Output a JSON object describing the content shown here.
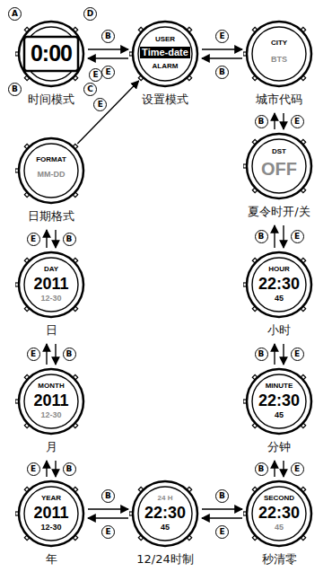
{
  "diagram": {
    "nodes": [
      {
        "text": [
          "0:00",
          "时间模式"
        ]
      },
      {
        "text": [
          "USER",
          "Time-date",
          "ALARM",
          "设置模式"
        ]
      },
      {
        "text": [
          "CITY",
          "BTS",
          "城市代码"
        ]
      },
      {
        "text": [
          "DST",
          "OFF",
          "夏令时开/关"
        ]
      },
      {
        "text": [
          "HOUR",
          "22:30",
          "45",
          "小时"
        ]
      },
      {
        "text": [
          "MINUTE",
          "22:30",
          "45",
          "分钟"
        ]
      },
      {
        "text": [
          "SECOND",
          "22:30",
          "45",
          "秒清零"
        ]
      },
      {
        "text": [
          "24 H",
          "22:30",
          "45",
          "12/24时制"
        ]
      },
      {
        "text": [
          "YEAR",
          "2011",
          "12-30",
          "年"
        ]
      },
      {
        "text": [
          "MONTH",
          "2011",
          "12-30",
          "月"
        ]
      },
      {
        "text": [
          "DAY",
          "2011",
          "12-30",
          "日"
        ]
      },
      {
        "text": [
          "FORMAT",
          "MM-DD",
          "日期格式"
        ]
      }
    ],
    "edges": [
      {
        "from": 0,
        "to": 1,
        "arrow": "to",
        "label": "B"
      },
      {
        "from": 1,
        "to": 0,
        "arrow": "to",
        "label": "E"
      },
      {
        "from": 1,
        "to": 2,
        "arrow": "to",
        "label": "E"
      },
      {
        "from": 2,
        "to": 1,
        "arrow": "to",
        "label": "B"
      },
      {
        "from": 2,
        "to": 3,
        "arrow": "to",
        "label": "E"
      },
      {
        "from": 3,
        "to": 2,
        "arrow": "to",
        "label": "B"
      },
      {
        "from": 3,
        "to": 4,
        "arrow": "to",
        "label": "E"
      },
      {
        "from": 4,
        "to": 3,
        "arrow": "to",
        "label": "B"
      },
      {
        "from": 4,
        "to": 5,
        "arrow": "to",
        "label": "E"
      },
      {
        "from": 5,
        "to": 4,
        "arrow": "to",
        "label": "B"
      },
      {
        "from": 5,
        "to": 6,
        "arrow": "to",
        "label": "E"
      },
      {
        "from": 6,
        "to": 5,
        "arrow": "to",
        "label": "B"
      },
      {
        "from": 6,
        "to": 7,
        "arrow": "to",
        "label": "E"
      },
      {
        "from": 7,
        "to": 6,
        "arrow": "to",
        "label": "B"
      },
      {
        "from": 7,
        "to": 8,
        "arrow": "to",
        "label": "E"
      },
      {
        "from": 8,
        "to": 7,
        "arrow": "to",
        "label": "B"
      },
      {
        "from": 8,
        "to": 9,
        "arrow": "to",
        "label": "E"
      },
      {
        "from": 9,
        "to": 8,
        "arrow": "to",
        "label": "B"
      },
      {
        "from": 9,
        "to": 10,
        "arrow": "to",
        "label": "E"
      },
      {
        "from": 10,
        "to": 9,
        "arrow": "to",
        "label": "B"
      },
      {
        "from": 10,
        "to": 11,
        "arrow": "to",
        "label": "E"
      },
      {
        "from": 11,
        "to": 10,
        "arrow": "to",
        "label": "B"
      },
      {
        "from": 11,
        "to": 1,
        "arrow": "to",
        "label": "E"
      }
    ],
    "labels": [
      "A",
      "D",
      "B",
      "C",
      "E"
    ]
  }
}
